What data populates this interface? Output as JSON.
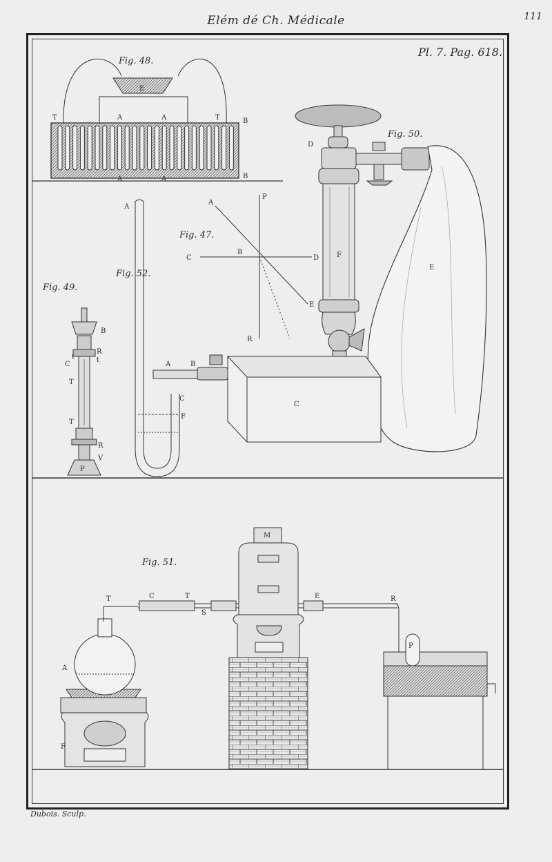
{
  "header": {
    "title": "Elém dé Ch. Médicale",
    "page_number": "111"
  },
  "plate": {
    "label": "Pl. 7. Pag. 618."
  },
  "engraver": "Dubois. Sculp.",
  "figures": {
    "fig48": {
      "title": "Fig. 48.",
      "labels": [
        "E",
        "A",
        "A",
        "T",
        "T",
        "B",
        "B",
        "A",
        "A"
      ]
    },
    "fig50": {
      "title": "Fig. 50.",
      "labels": [
        "D",
        "F",
        "E",
        "C"
      ]
    },
    "fig47": {
      "title": "Fig. 47.",
      "labels": [
        "A",
        "P",
        "C",
        "B",
        "D",
        "E",
        "R"
      ]
    },
    "fig52": {
      "title": "Fig. 52.",
      "labels": [
        "A",
        "A",
        "B",
        "C",
        "F"
      ]
    },
    "fig49": {
      "title": "Fig. 49.",
      "labels": [
        "B",
        "R",
        "t",
        "C",
        "t",
        "T",
        "T",
        "R",
        "V",
        "P"
      ]
    },
    "fig51": {
      "title": "Fig. 51.",
      "labels": [
        "M",
        "T",
        "C",
        "T",
        "S",
        "E",
        "R",
        "P",
        "A",
        "F"
      ]
    }
  },
  "colors": {
    "paper": "#eeeeec",
    "ink": "#2a2a2a"
  }
}
